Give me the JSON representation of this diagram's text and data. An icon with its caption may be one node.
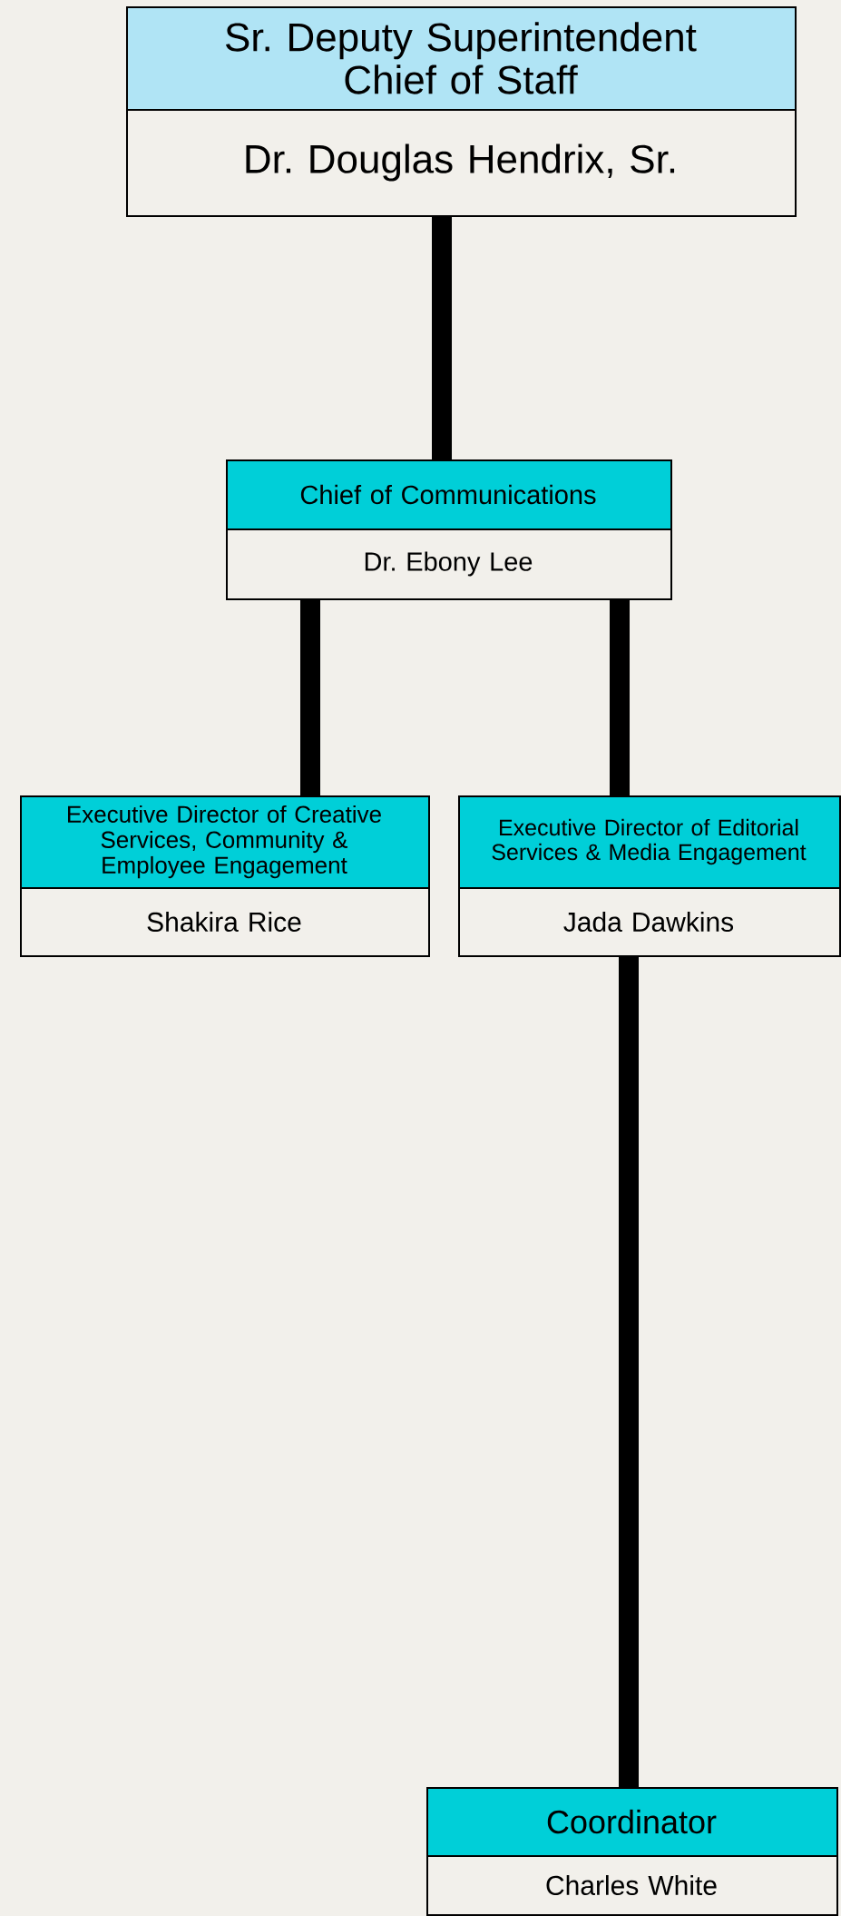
{
  "diagram": {
    "nodes": [
      {
        "text": [
          "Sr. Deputy Superintendent Chief of Staff",
          "Dr. Douglas Hendrix, Sr."
        ]
      },
      {
        "text": [
          "Chief of Communications",
          "Dr. Ebony Lee"
        ]
      },
      {
        "text": [
          "Executive Director of Creative Services, Community & Employee Engagement",
          "Shakira Rice"
        ]
      },
      {
        "text": [
          "Executive Director of Editorial Services & Media Engagement",
          "Jada Dawkins"
        ]
      },
      {
        "text": [
          "Coordinator",
          "Charles White"
        ]
      }
    ],
    "edges": [
      {
        "from": 0,
        "to": 1,
        "arrow": "none"
      },
      {
        "from": 1,
        "to": 2,
        "arrow": "none"
      },
      {
        "from": 1,
        "to": 3,
        "arrow": "none"
      },
      {
        "from": 3,
        "to": 4,
        "arrow": "none"
      }
    ]
  }
}
